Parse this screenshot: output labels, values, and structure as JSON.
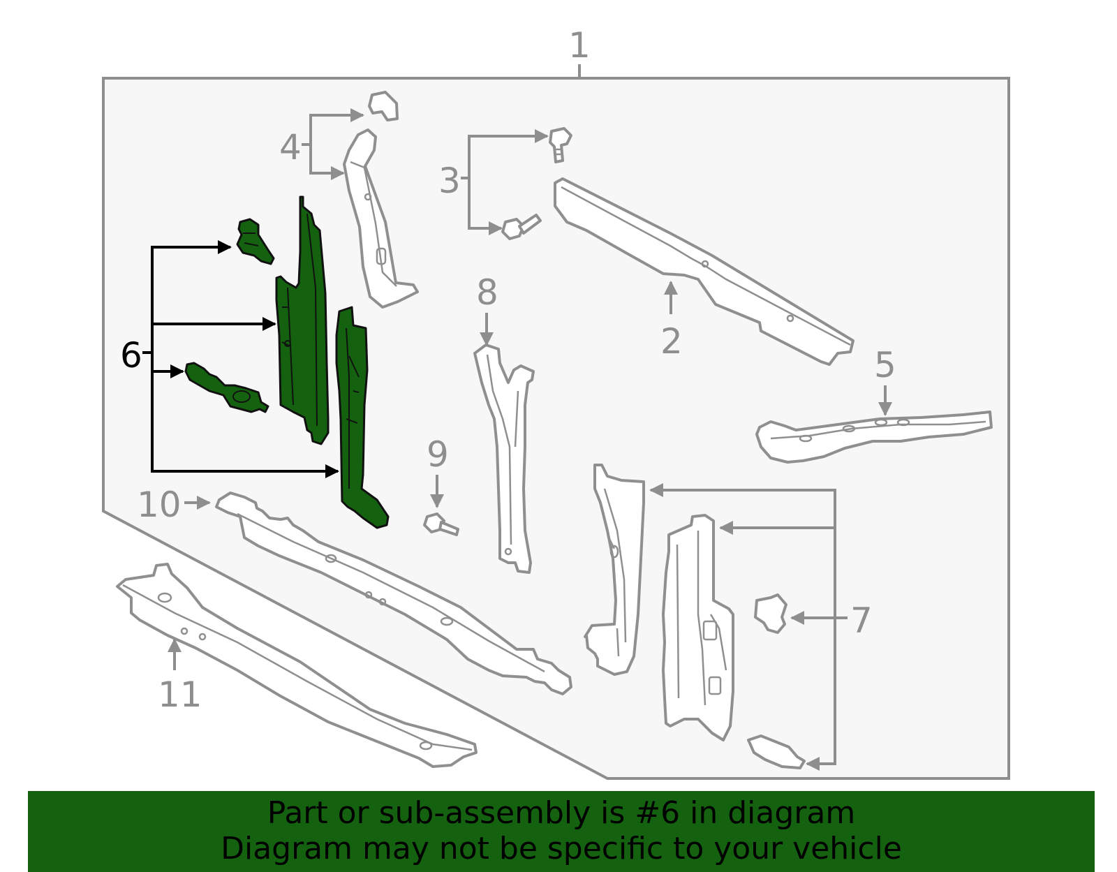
{
  "diagram": {
    "callouts": {
      "c1": "1",
      "c2": "2",
      "c3": "3",
      "c4": "4",
      "c5": "5",
      "c6": "6",
      "c7": "7",
      "c8": "8",
      "c9": "9",
      "c10": "10",
      "c11": "11"
    },
    "highlight_callout": "6",
    "colors": {
      "highlight_fill": "#14620f",
      "line_gray": "#8e8e8e",
      "panel_fill": "#f7f7f7",
      "banner_bg": "#14620f"
    }
  },
  "banner": {
    "line1": "Part or sub-assembly is #6 in diagram",
    "line2": "Diagram may not be specific to your vehicle"
  }
}
